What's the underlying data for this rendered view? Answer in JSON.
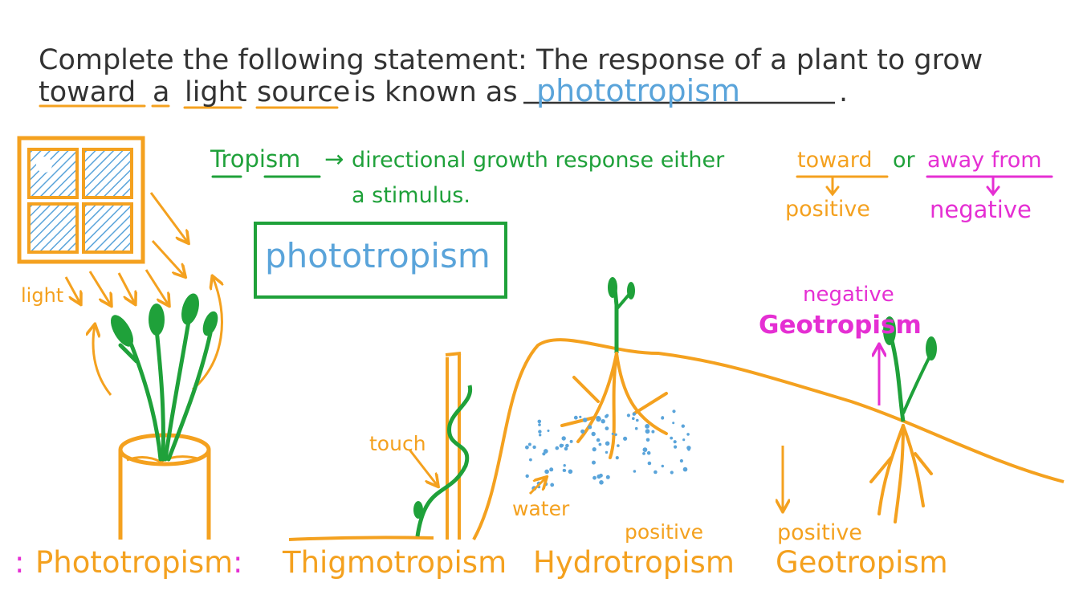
{
  "question": {
    "line1": "Complete the following statement: The response of a plant to grow",
    "line2_a": "toward",
    "line2_b": "a",
    "line2_c": "light",
    "line2_d": "source",
    "line2_e": "is known as",
    "answer": "phototropism",
    "period": "."
  },
  "definition": {
    "term": "Tropism",
    "arrow": "→",
    "text_a": "directional growth response either",
    "toward": "toward",
    "or": "or",
    "away_from": "away from",
    "line2": "a  stimulus.",
    "positive": "positive",
    "negative": "negative"
  },
  "boxed_term": "phototropism",
  "labels": {
    "light": "light",
    "touch": "touch",
    "water": "water",
    "hydro_positive": "positive",
    "geo_negative": "negative",
    "geo_negative_title": "Geotropism",
    "geo_positive": "positive"
  },
  "captions": {
    "photo": "Phototropism",
    "photo_marks_left": ":",
    "photo_marks_right": ":",
    "thigmo": "Thigmotropism",
    "hydro": "Hydrotropism",
    "geo": "Geotropism"
  },
  "colors": {
    "orange": "#F4A11F",
    "green": "#1FA13A",
    "blue": "#5AA4DA",
    "magenta": "#E52FD3",
    "ink": "#333333"
  }
}
